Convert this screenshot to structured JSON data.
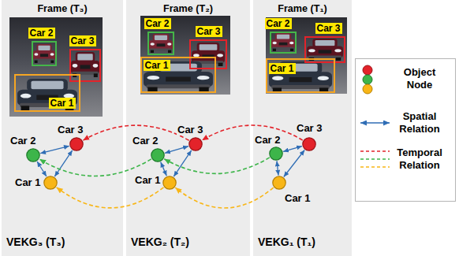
{
  "diagram": {
    "nodes": [
      {
        "text": [
          "Frame (T₃)",
          "VEKG₃ (T₃)"
        ]
      },
      {
        "text": [
          "Car 2"
        ],
        "in": 0
      },
      {
        "text": [
          "Car 3"
        ],
        "in": 0
      },
      {
        "text": [
          "Car 1"
        ],
        "in": 0
      },
      {
        "text": [
          "Car 3"
        ],
        "in": 0
      },
      {
        "text": [
          "Car 2"
        ],
        "in": 0
      },
      {
        "text": [
          "Car 1"
        ],
        "in": 0
      },
      {
        "text": [
          "Frame (T₂)",
          "VEKG₂ (T₂)"
        ]
      },
      {
        "text": [
          "Car 2"
        ],
        "in": 7
      },
      {
        "text": [
          "Car 3"
        ],
        "in": 7
      },
      {
        "text": [
          "Car 1"
        ],
        "in": 7
      },
      {
        "text": [
          "Car 3"
        ],
        "in": 7
      },
      {
        "text": [
          "Car 2"
        ],
        "in": 7
      },
      {
        "text": [
          "Car 1"
        ],
        "in": 7
      },
      {
        "text": [
          "Frame (T₁)",
          "VEKG₁ (T₁)"
        ]
      },
      {
        "text": [
          "Car 2"
        ],
        "in": 14
      },
      {
        "text": [
          "Car 3"
        ],
        "in": 14
      },
      {
        "text": [
          "Car 1"
        ],
        "in": 14
      },
      {
        "text": [
          "Car 3"
        ],
        "in": 14
      },
      {
        "text": [
          "Car 2"
        ],
        "in": 14
      },
      {
        "text": [
          "Car 1"
        ],
        "in": 14
      }
    ],
    "edges": [
      {
        "from": 5,
        "to": 4,
        "arrow": "both"
      },
      {
        "from": 5,
        "to": 6,
        "arrow": "both"
      },
      {
        "from": 4,
        "to": 6,
        "arrow": "both"
      },
      {
        "from": 12,
        "to": 11,
        "arrow": "both"
      },
      {
        "from": 12,
        "to": 13,
        "arrow": "both"
      },
      {
        "from": 11,
        "to": 13,
        "arrow": "both"
      },
      {
        "from": 19,
        "to": 18,
        "arrow": "both"
      },
      {
        "from": 19,
        "to": 20,
        "arrow": "both"
      },
      {
        "from": 18,
        "to": 20,
        "arrow": "both"
      },
      {
        "from": 18,
        "to": 11,
        "arrow": "to"
      },
      {
        "from": 11,
        "to": 4,
        "arrow": "to"
      },
      {
        "from": 19,
        "to": 12,
        "arrow": "to"
      },
      {
        "from": 12,
        "to": 5,
        "arrow": "to"
      },
      {
        "from": 20,
        "to": 13,
        "arrow": "to"
      },
      {
        "from": 13,
        "to": 6,
        "arrow": "to"
      }
    ],
    "legend": [
      {
        "text": "Object Node"
      },
      {
        "text": "Spatial Relation"
      },
      {
        "text": "Temporal Relation"
      }
    ]
  }
}
